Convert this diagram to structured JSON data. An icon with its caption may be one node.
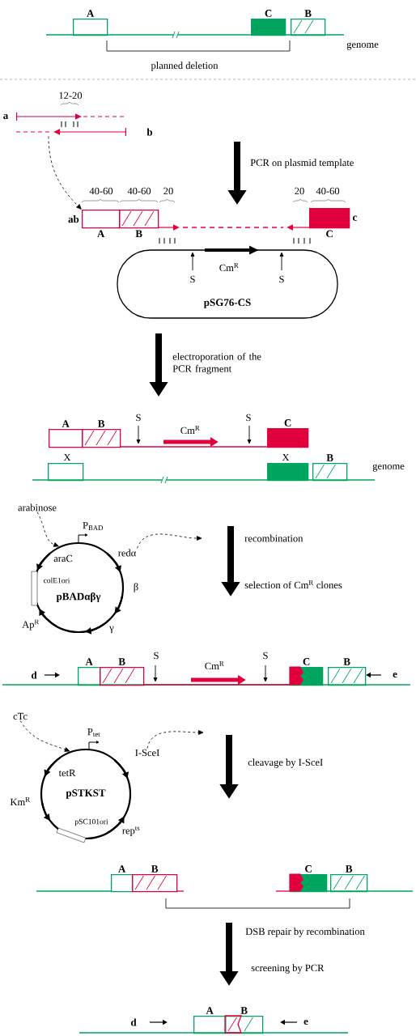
{
  "diagram": {
    "nodes": [
      {
        "text": [
          "A"
        ]
      },
      {
        "text": [
          "C"
        ]
      },
      {
        "text": [
          "B"
        ]
      },
      {
        "text": [],
        "shape": "line",
        "beside": [
          "a",
          "b"
        ]
      },
      {
        "text": [
          "A"
        ],
        "beside": [
          "ab"
        ]
      },
      {
        "text": [
          "B"
        ]
      },
      {
        "text": [
          "C"
        ],
        "beside": [
          "c"
        ]
      },
      {
        "text": [
          "pSG76-CS"
        ]
      },
      {
        "text": [
          "A"
        ]
      },
      {
        "text": [
          "B"
        ]
      },
      {
        "text": [
          "C"
        ]
      },
      {
        "text": [],
        "shape": "box"
      },
      {
        "text": [],
        "shape": "box"
      },
      {
        "text": [
          "B"
        ]
      },
      {
        "text": [
          "arabinose"
        ]
      },
      {
        "text": [
          "**pBAD**αβγ"
        ]
      },
      {
        "text": [
          "redα"
        ]
      },
      {
        "text": [
          "A"
        ]
      },
      {
        "text": [
          "B"
        ]
      },
      {
        "text": [
          "C"
        ]
      },
      {
        "text": [
          "B"
        ]
      },
      {
        "text": [
          "cTc"
        ]
      },
      {
        "text": [
          "pSTKST"
        ]
      },
      {
        "text": [
          "I-SceI"
        ]
      },
      {
        "text": [
          "A"
        ]
      },
      {
        "text": [
          "B"
        ]
      },
      {
        "text": [
          "C"
        ]
      },
      {
        "text": [
          "B"
        ]
      },
      {
        "text": [
          "A"
        ]
      },
      {
        "text": [
          "B"
        ]
      }
    ],
    "edges": [
      {
        "from": 3,
        "to": 4,
        "arrow": "to",
        "style": "dashed"
      },
      {
        "from": 14,
        "to": 15,
        "arrow": "to",
        "style": "dashed"
      },
      {
        "from": 16,
        "to": null,
        "arrow": "to",
        "style": "dashed"
      },
      {
        "from": 21,
        "to": 22,
        "arrow": "to",
        "style": "dashed"
      },
      {
        "from": 23,
        "to": null,
        "arrow": "to",
        "style": "dashed"
      }
    ],
    "labels": [
      "genome",
      "planned deletion",
      "12-20",
      "PCR on plasmid template",
      "40-60",
      "40-60",
      "20",
      "20",
      "40-60",
      "Cm$^{R}$",
      "S",
      "S",
      "electroporation of the PCR fragment",
      "S",
      "Cm$^{R}$",
      "S",
      "X",
      "X",
      "genome",
      "P$_{BAD}$",
      "recombination",
      "araC",
      "colE1ori",
      "β",
      "selection of Cm$^{R}$ clones",
      "Ap$^{R}$",
      "γ",
      "d",
      "S",
      "Cm$^{R}$",
      "S",
      "e",
      "P$_{tet}$",
      "tetR",
      "Km$^{R}$",
      "pSC101ori",
      "rep$^{ts}$",
      "cleavage by I-SceI",
      "DSB repair by recombination",
      "screening by PCR",
      "d",
      "e"
    ]
  }
}
